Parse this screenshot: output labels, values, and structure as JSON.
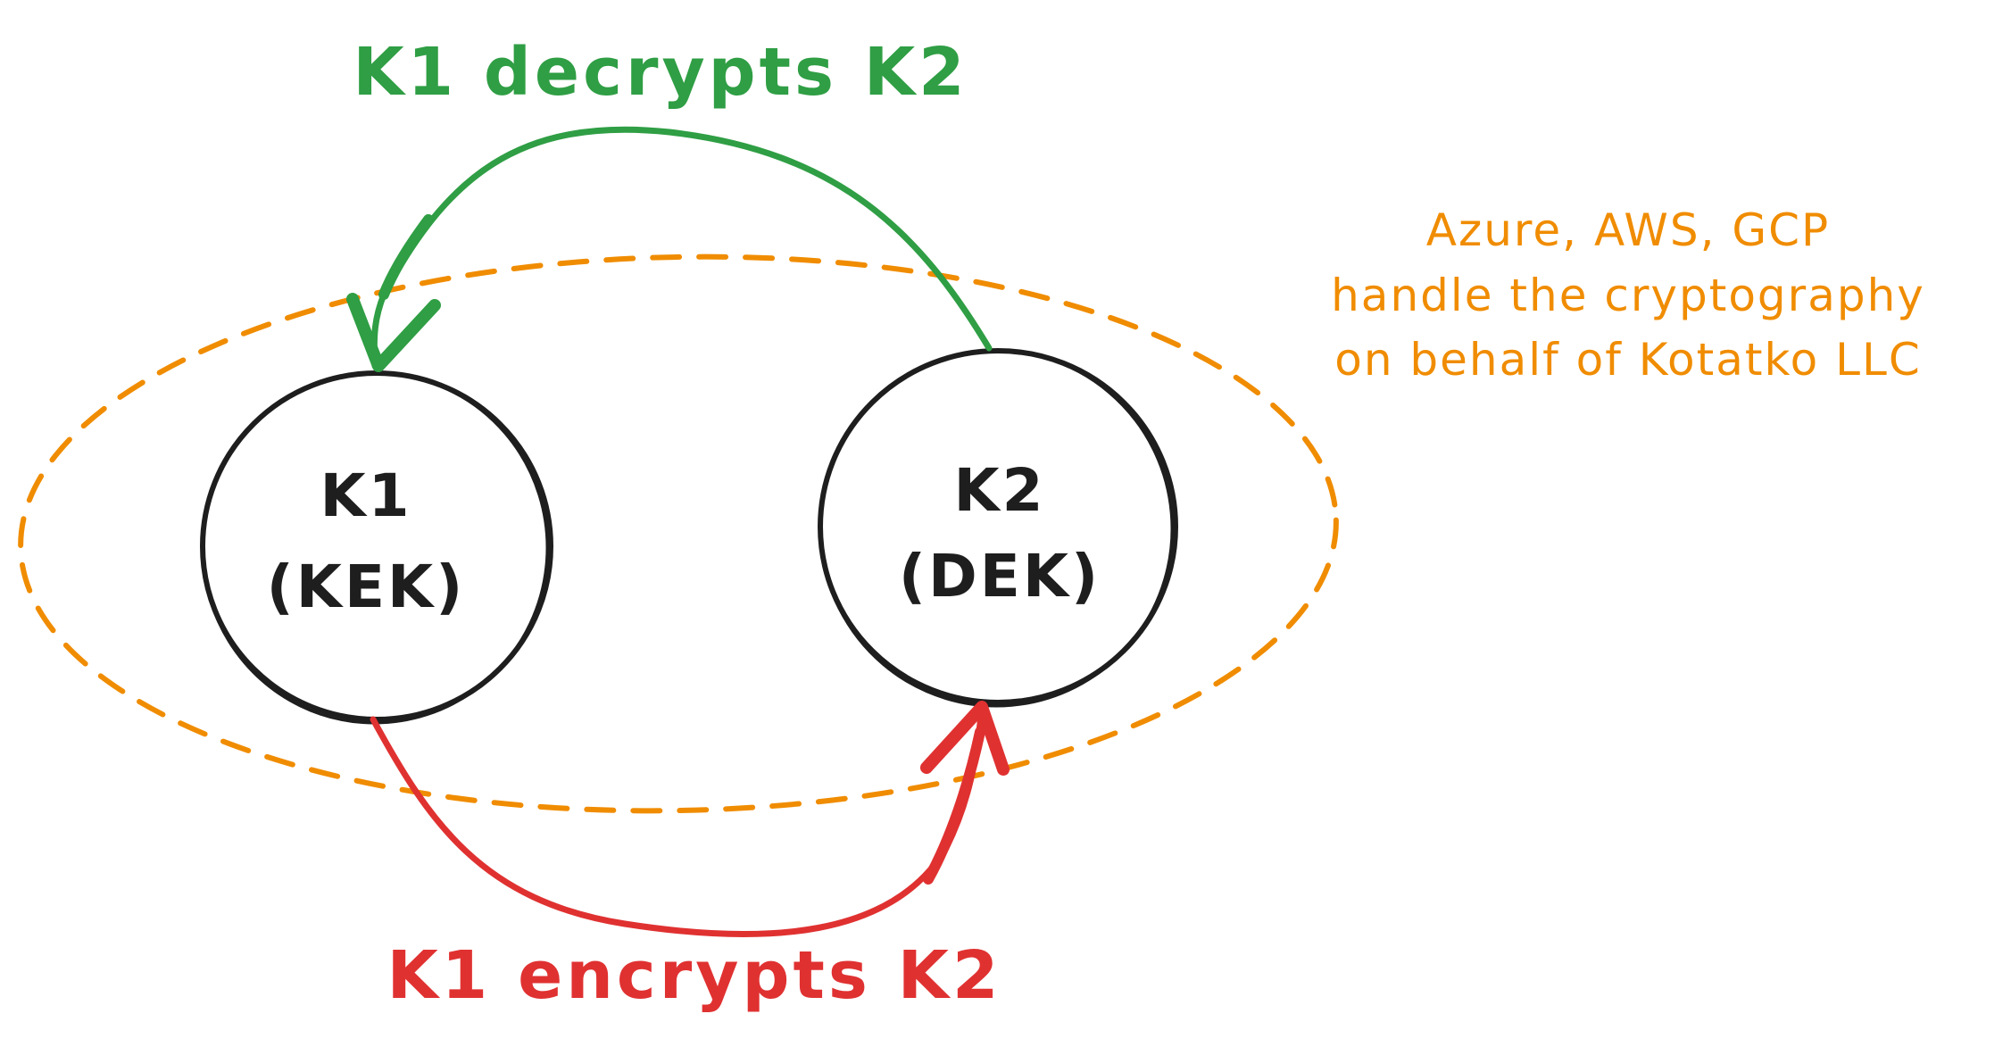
{
  "colors": {
    "background": "#ffffff",
    "node_stroke": "#1e1e1e",
    "decrypt_green": "#2f9e44",
    "encrypt_red": "#e03131",
    "boundary_orange": "#f08c00"
  },
  "nodes": [
    {
      "id": "k1",
      "line1": "K1",
      "line2": "(KEK)"
    },
    {
      "id": "k2",
      "line1": "K2",
      "line2": "(DEK)"
    }
  ],
  "edges": {
    "decrypt": {
      "label": "K1 decrypts K2",
      "from": "k2",
      "to": "k1"
    },
    "encrypt": {
      "label": "K1 encrypts K2",
      "from": "k1",
      "to": "k2"
    }
  },
  "boundary": {
    "style": "dashed",
    "note_lines": [
      "Azure, AWS, GCP",
      "handle the cryptography",
      "on behalf of Kotatko LLC"
    ]
  }
}
